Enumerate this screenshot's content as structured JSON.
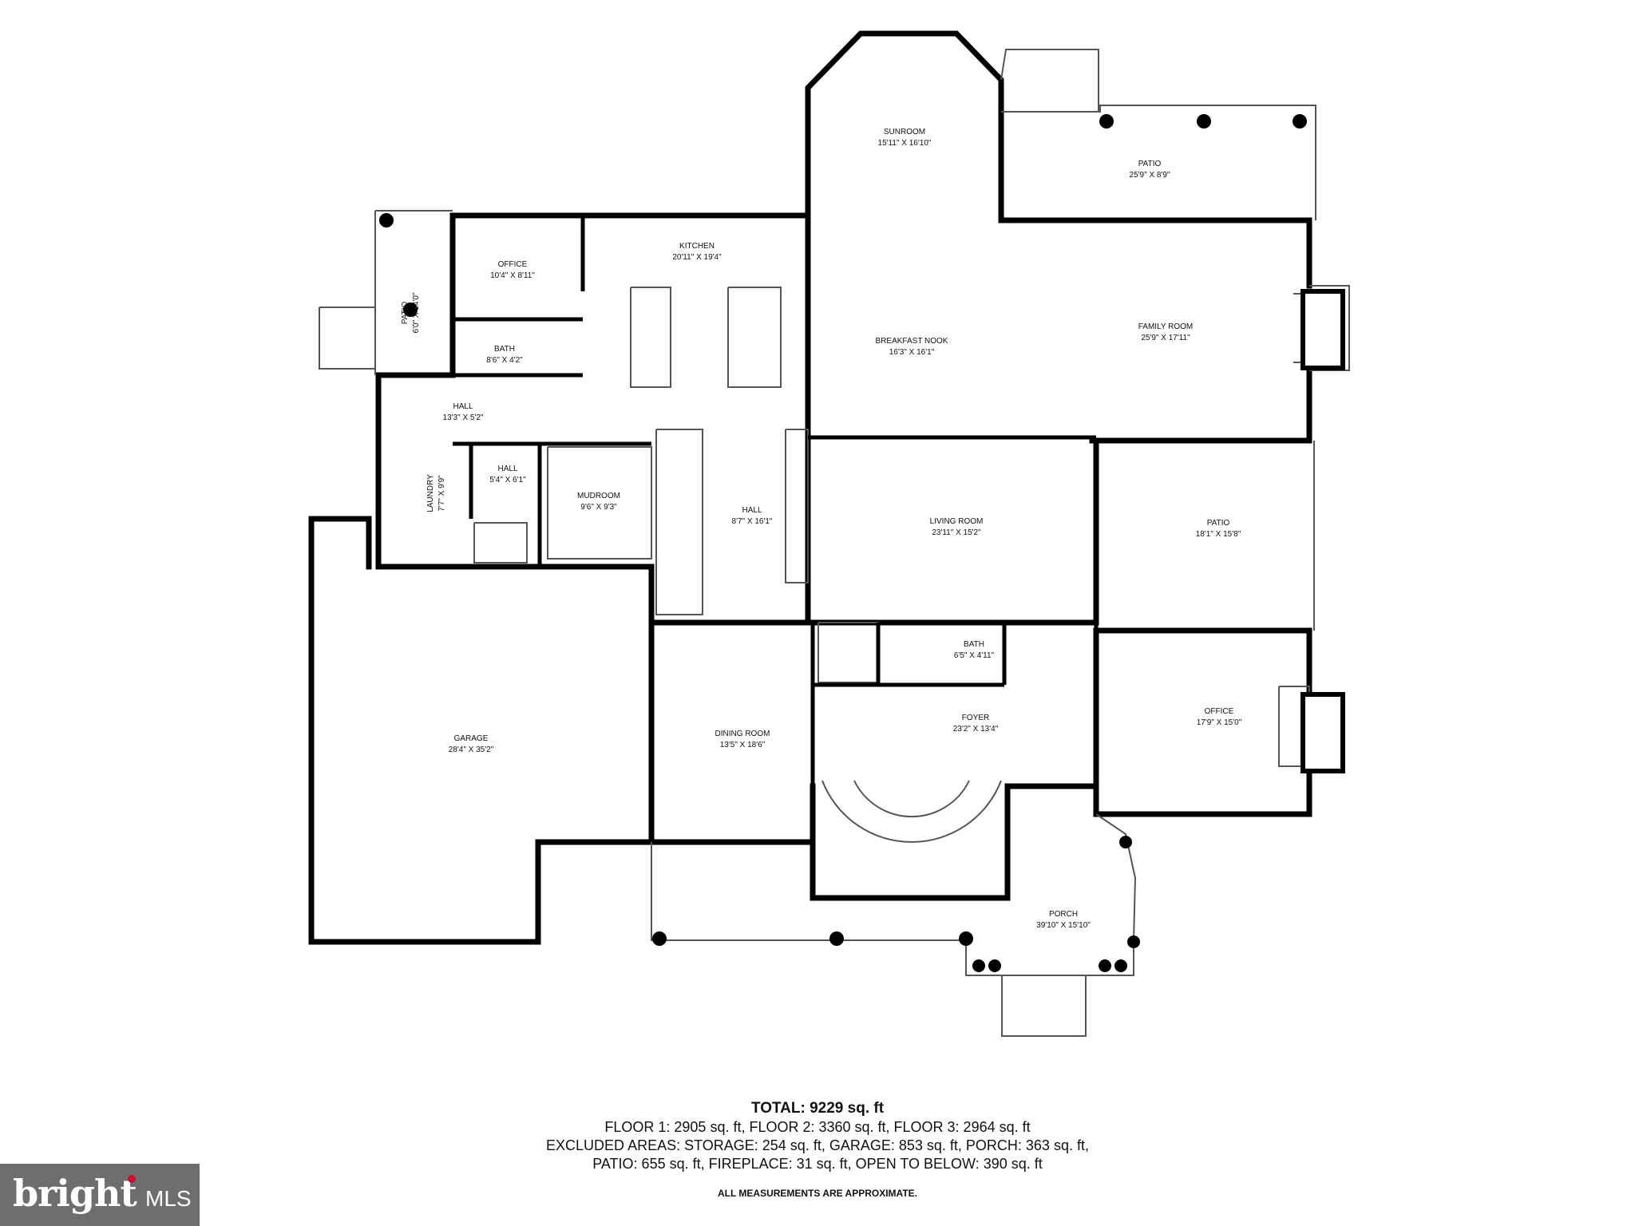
{
  "rooms": [
    {
      "name": "SUNROOM",
      "dims": "15'11\" X 16'10\""
    },
    {
      "name": "PATIO",
      "dims": "25'9\" X 8'9\""
    },
    {
      "name": "KITCHEN",
      "dims": "20'11\" X 19'4\""
    },
    {
      "name": "OFFICE",
      "dims": "10'4\" X 8'11\""
    },
    {
      "name": "PATIO",
      "dims": "6'0\" X 14'0\""
    },
    {
      "name": "BATH",
      "dims": "8'6\" X 4'2\""
    },
    {
      "name": "BREAKFAST NOOK",
      "dims": "16'3\" X 16'1\""
    },
    {
      "name": "FAMILY ROOM",
      "dims": "25'9\" X 17'11\""
    },
    {
      "name": "HALL",
      "dims": "13'3\" X 5'2\""
    },
    {
      "name": "HALL",
      "dims": "5'4\" X 6'1\""
    },
    {
      "name": "LAUNDRY",
      "dims": "7'7\" X 9'9\""
    },
    {
      "name": "MUDROOM",
      "dims": "9'6\" X 9'3\""
    },
    {
      "name": "HALL",
      "dims": "8'7\" X 16'1\""
    },
    {
      "name": "LIVING ROOM",
      "dims": "23'11\" X 15'2\""
    },
    {
      "name": "PATIO",
      "dims": "18'1\" X 15'8\""
    },
    {
      "name": "BATH",
      "dims": "6'5\" X 4'11\""
    },
    {
      "name": "GARAGE",
      "dims": "28'4\" X 35'2\""
    },
    {
      "name": "DINING ROOM",
      "dims": "13'5\" X 18'6\""
    },
    {
      "name": "FOYER",
      "dims": "23'2\" X 13'4\""
    },
    {
      "name": "OFFICE",
      "dims": "17'9\" X 15'0\""
    },
    {
      "name": "PORCH",
      "dims": "39'10\" X 15'10\""
    }
  ],
  "summary": {
    "total": "TOTAL: 9229 sq. ft",
    "line1": "FLOOR 1: 2905 sq. ft, FLOOR 2: 3360 sq. ft, FLOOR 3: 2964 sq. ft",
    "line2": "EXCLUDED AREAS: STORAGE: 254 sq. ft, GARAGE: 853 sq. ft, PORCH: 363 sq. ft,",
    "line3": "PATIO: 655 sq. ft, FIREPLACE: 31 sq. ft, OPEN TO BELOW: 390 sq. ft",
    "disclaimer": "ALL MEASUREMENTS ARE APPROXIMATE."
  },
  "logo": {
    "brand": "bright",
    "suffix": "MLS",
    "accent_color": "#c8102e",
    "bg_color": "#6e6e6e"
  },
  "colors": {
    "wall": "#000000",
    "thin_line": "#555555"
  }
}
